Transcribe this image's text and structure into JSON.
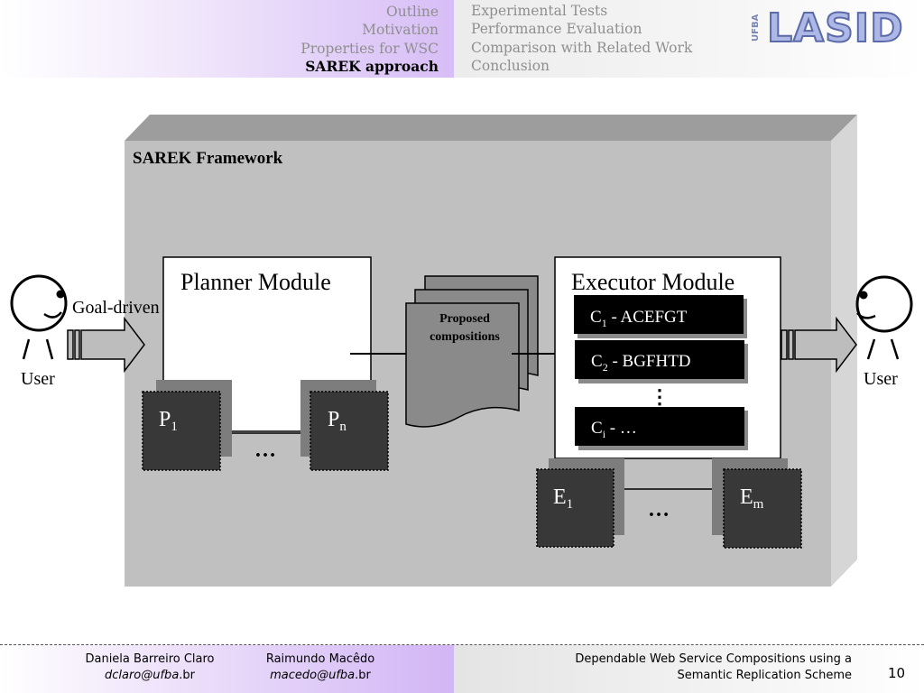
{
  "header": {
    "nav_left": [
      {
        "label": "Outline",
        "current": false
      },
      {
        "label": "Motivation",
        "current": false
      },
      {
        "label": "Properties for WSC",
        "current": false
      },
      {
        "label": "SAREK approach",
        "current": true
      }
    ],
    "nav_right": [
      {
        "label": "Experimental Tests"
      },
      {
        "label": "Performance Evaluation"
      },
      {
        "label": "Comparison with Related Work"
      },
      {
        "label": "Conclusion"
      }
    ],
    "logo": {
      "small_text": "UFBA",
      "main_text": "LASID"
    }
  },
  "diagram": {
    "framework_title": "SAREK Framework",
    "planner_title": "Planner Module",
    "executor_title": "Executor Module",
    "goal_label": "Goal-driven",
    "user_left": "User",
    "user_right": "User",
    "documents_label_line1": "Proposed",
    "documents_label_line2": "compositions",
    "planners": [
      {
        "base": "P",
        "sub": "1"
      },
      {
        "base": "P",
        "sub": "n"
      }
    ],
    "planner_ellipsis": "…",
    "compositions": [
      {
        "base": "C",
        "sub": "1",
        "rest": " - ACEFGT"
      },
      {
        "base": "C",
        "sub": "2",
        "rest": " - BGFHTD"
      },
      {
        "base": "C",
        "sub": "i",
        "rest": " - …"
      }
    ],
    "composition_vdots": "⋮",
    "executors": [
      {
        "base": "E",
        "sub": "1"
      },
      {
        "base": "E",
        "sub": "m"
      }
    ],
    "executor_ellipsis": "…"
  },
  "footer": {
    "author1_name": "Daniela Barreiro Claro",
    "author1_email_user": "dclaro@ufba",
    "author1_email_tld": ".br",
    "author2_name": "Raimundo Macêdo",
    "author2_email_user": "macedo@ufba",
    "author2_email_tld": ".br",
    "title_line1": "Dependable Web Service Compositions  using a",
    "title_line2": "Semantic Replication Scheme",
    "page_number": "10"
  }
}
